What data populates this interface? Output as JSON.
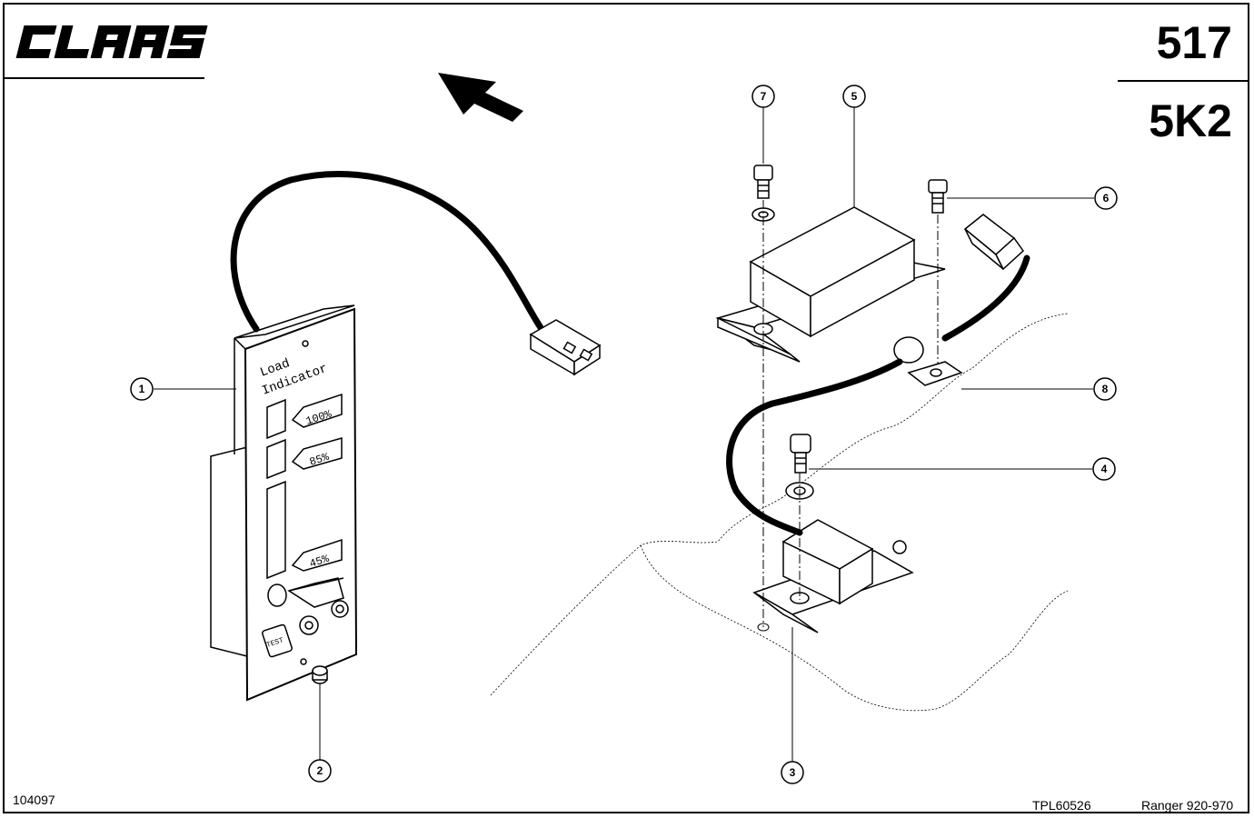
{
  "header": {
    "brand": "CLAAS",
    "page_number": "517",
    "section_code": "5K2"
  },
  "footer": {
    "drawing_number": "104097",
    "plate_code": "TPL60526",
    "model_range": "Ranger  920-970"
  },
  "panel": {
    "title_line1": "Load",
    "title_line2": "Indicator",
    "level_100": "100%",
    "level_85": "85%",
    "level_45": "45%",
    "test_button": "TEST"
  },
  "callouts": [
    "1",
    "2",
    "3",
    "4",
    "5",
    "6",
    "7",
    "8"
  ]
}
